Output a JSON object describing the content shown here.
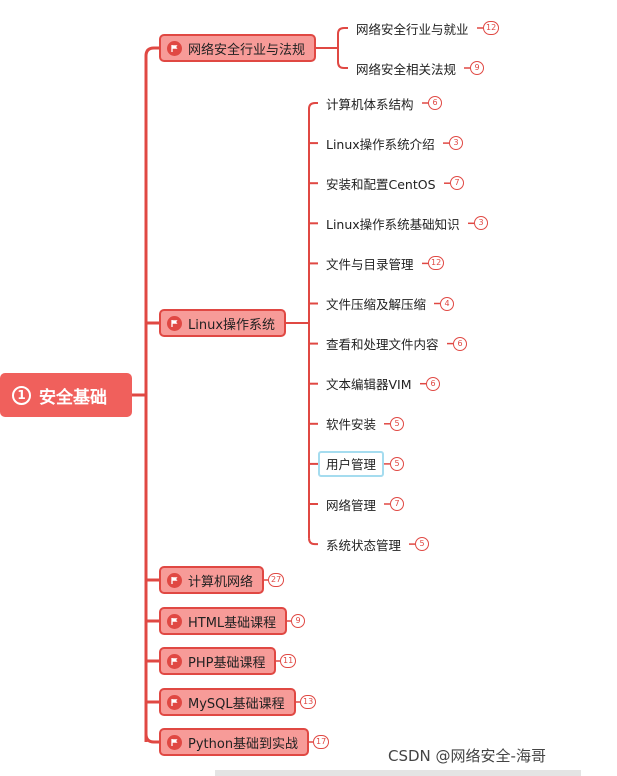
{
  "root": {
    "badge": "1",
    "label": "安全基础"
  },
  "branches": [
    {
      "label": "网络安全行业与法规"
    },
    {
      "label": "Linux操作系统"
    },
    {
      "label": "计算机网络",
      "count": "27"
    },
    {
      "label": "HTML基础课程",
      "count": "9"
    },
    {
      "label": "PHP基础课程",
      "count": "11"
    },
    {
      "label": "MySQL基础课程",
      "count": "13"
    },
    {
      "label": "Python基础到实战",
      "count": "17"
    }
  ],
  "topics_industry": [
    {
      "label": "网络安全行业与就业",
      "count": "12"
    },
    {
      "label": "网络安全相关法规",
      "count": "9"
    }
  ],
  "topics_linux": [
    {
      "label": "计算机体系结构",
      "count": "6"
    },
    {
      "label": "Linux操作系统介绍",
      "count": "3"
    },
    {
      "label": "安装和配置CentOS",
      "count": "7"
    },
    {
      "label": "Linux操作系统基础知识",
      "count": "3"
    },
    {
      "label": "文件与目录管理",
      "count": "12"
    },
    {
      "label": "文件压缩及解压缩",
      "count": "4"
    },
    {
      "label": "查看和处理文件内容",
      "count": "6"
    },
    {
      "label": "文本编辑器VIM",
      "count": "6"
    },
    {
      "label": "软件安装",
      "count": "5"
    },
    {
      "label": "用户管理",
      "count": "5",
      "selected": true
    },
    {
      "label": "网络管理",
      "count": "7"
    },
    {
      "label": "系统状态管理",
      "count": "5"
    }
  ],
  "watermark": "CSDN @网络安全-海哥",
  "colors": {
    "line": "#e04843",
    "branch_fill": "#f79b98",
    "root_fill": "#f0605c",
    "selection": "#a5dcef"
  }
}
